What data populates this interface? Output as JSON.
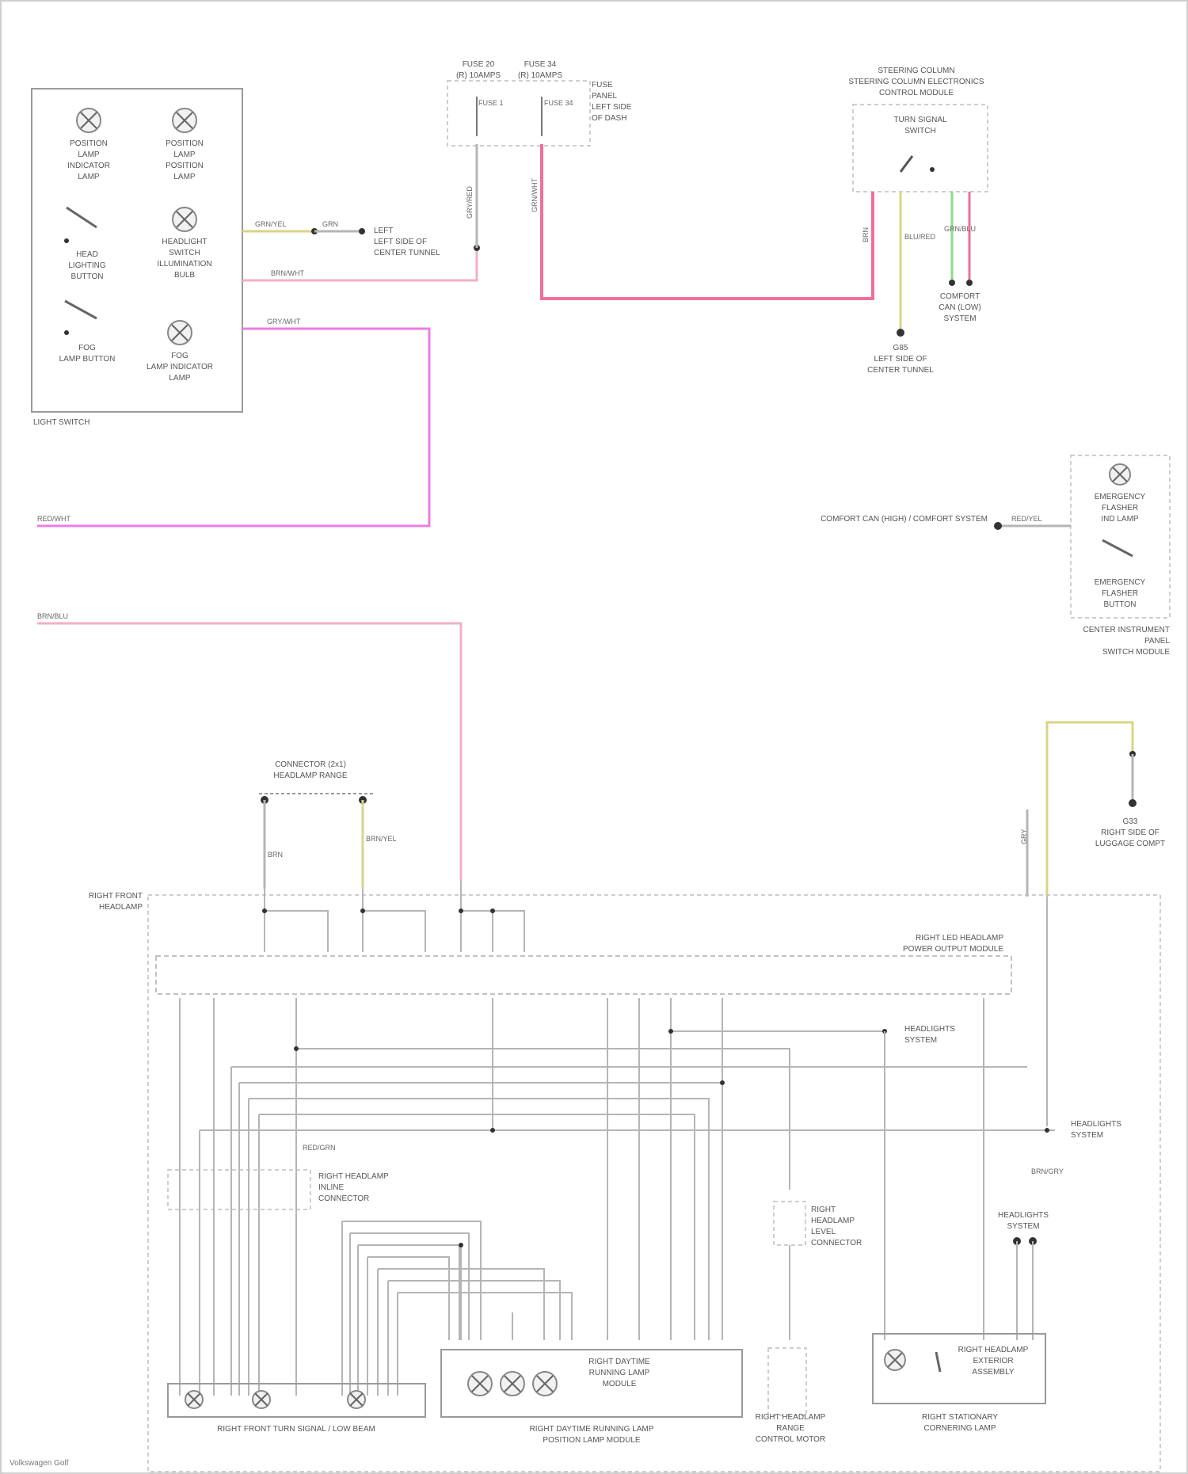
{
  "colors": {
    "pink": "#ef6f9a",
    "pink_light": "#f2b0c6",
    "magenta": "#e97ee3",
    "yellow": "#d8d486",
    "green": "#8fd98a",
    "gray_wire": "#b5b5b5",
    "outline": "#9a9a9a"
  },
  "icons": {
    "lamp": "circle-with-cross",
    "switch": "diagonal-contact",
    "ground": "filled-dot"
  },
  "components": {
    "light_switch": {
      "name": "LIGHT SWITCH",
      "items": [
        {
          "label": [
            "POSITION",
            "LAMP",
            "INDICATOR",
            "LAMP"
          ]
        },
        {
          "label": [
            "POSITION",
            "LAMP",
            "POSITION",
            "LAMP"
          ]
        },
        {
          "label": [
            "HEAD",
            "LIGHTING",
            "BUTTON"
          ]
        },
        {
          "label": [
            "HEADLIGHT",
            "SWITCH",
            "ILLUMINATION",
            "BULB"
          ]
        },
        {
          "label": [
            "FOG",
            "LAMP BUTTON"
          ]
        },
        {
          "label": [
            "FOG",
            "LAMP INDICATOR",
            "LAMP"
          ]
        }
      ]
    },
    "fuses": {
      "fuse1": [
        "FUSE 20",
        "(R) 10AMPS"
      ],
      "fuse2": [
        "FUSE 34",
        "(R) 10AMPS"
      ],
      "fuse_inner1": "FUSE 1",
      "fuse_inner2": "FUSE 34",
      "panel": [
        "FUSE",
        "PANEL",
        "LEFT SIDE",
        "OF DASH"
      ]
    },
    "steering_module": {
      "title": [
        "STEERING COLUMN",
        "STEERING COLUMN ELECTRONICS",
        "CONTROL MODULE"
      ],
      "inner": [
        "TURN SIGNAL",
        "SWITCH"
      ]
    },
    "ground_left_tunnel": [
      "LEFT",
      "LEFT SIDE OF",
      "CENTER TUNNEL"
    ],
    "ground_center_tunnel": [
      "G85",
      "LEFT SIDE OF",
      "CENTER TUNNEL"
    ],
    "comfort_can": [
      "COMFORT",
      "CAN (LOW)",
      "SYSTEM"
    ],
    "hazard_switch": {
      "labels": [
        "EMERGENCY",
        "FLASHER",
        "IND LAMP",
        "EMERGENCY",
        "FLASHER",
        "BUTTON"
      ],
      "name": [
        "CENTER INSTRUMENT",
        "PANEL",
        "SWITCH MODULE"
      ]
    },
    "comfort_can_high": "COMFORT CAN (HIGH) / COMFORT SYSTEM",
    "connector_top": [
      "CONNECTOR (2x1)",
      "HEADLAMP RANGE"
    ],
    "ground_right_tunnel": [
      "G33",
      "RIGHT SIDE OF",
      "LUGGAGE COMPT"
    ],
    "right_front_headlamp": [
      "RIGHT FRONT",
      "HEADLAMP"
    ],
    "headlamp_module": [
      "RIGHT LED HEADLAMP",
      "POWER OUTPUT MODULE"
    ],
    "headlamp_inline_connector": [
      "RIGHT HEADLAMP",
      "INLINE",
      "CONNECTOR"
    ],
    "level_connector": [
      "RIGHT",
      "HEADLAMP",
      "LEVEL",
      "CONNECTOR"
    ],
    "headlamp_system_1": [
      "HEADLIGHTS",
      "SYSTEM"
    ],
    "headlamp_system_2": [
      "HEADLIGHTS",
      "SYSTEM"
    ],
    "headlamp_system_3": [
      "HEADLIGHTS",
      "SYSTEM"
    ],
    "daytime_module": [
      "RIGHT DAYTIME",
      "RUNNING LAMP",
      "MODULE"
    ],
    "bottom_left": "RIGHT FRONT TURN SIGNAL / LOW BEAM",
    "bottom_center": [
      "RIGHT DAYTIME RUNNING LAMP",
      "POSITION LAMP MODULE"
    ],
    "bottom_motor": [
      "RIGHT HEADLAMP",
      "RANGE",
      "CONTROL MOTOR"
    ],
    "bottom_right_box": [
      "RIGHT HEADLAMP",
      "EXTERIOR",
      "ASSEMBLY"
    ],
    "bottom_right": [
      "RIGHT STATIONARY",
      "CORNERING LAMP"
    ]
  },
  "wire_labels": {
    "w1": "GRN/YEL",
    "w2": "GRN",
    "w3": "BRN/WHT",
    "w4": "GRY/WHT",
    "w5": "RED/WHT",
    "w6": "GRN/WHT",
    "w7": "GRY/RED",
    "w8": "BRN",
    "w9": "BLU/RED",
    "w10": "GRN/BLU",
    "w11": "RED/YEL",
    "w12": "BRN/BLU",
    "w13": "BRN",
    "w14": "BRN/YEL",
    "w15": "GRY",
    "w16": "RED/GRN",
    "w17": "BRN/GRY"
  },
  "credit": "Volkswagen Golf"
}
